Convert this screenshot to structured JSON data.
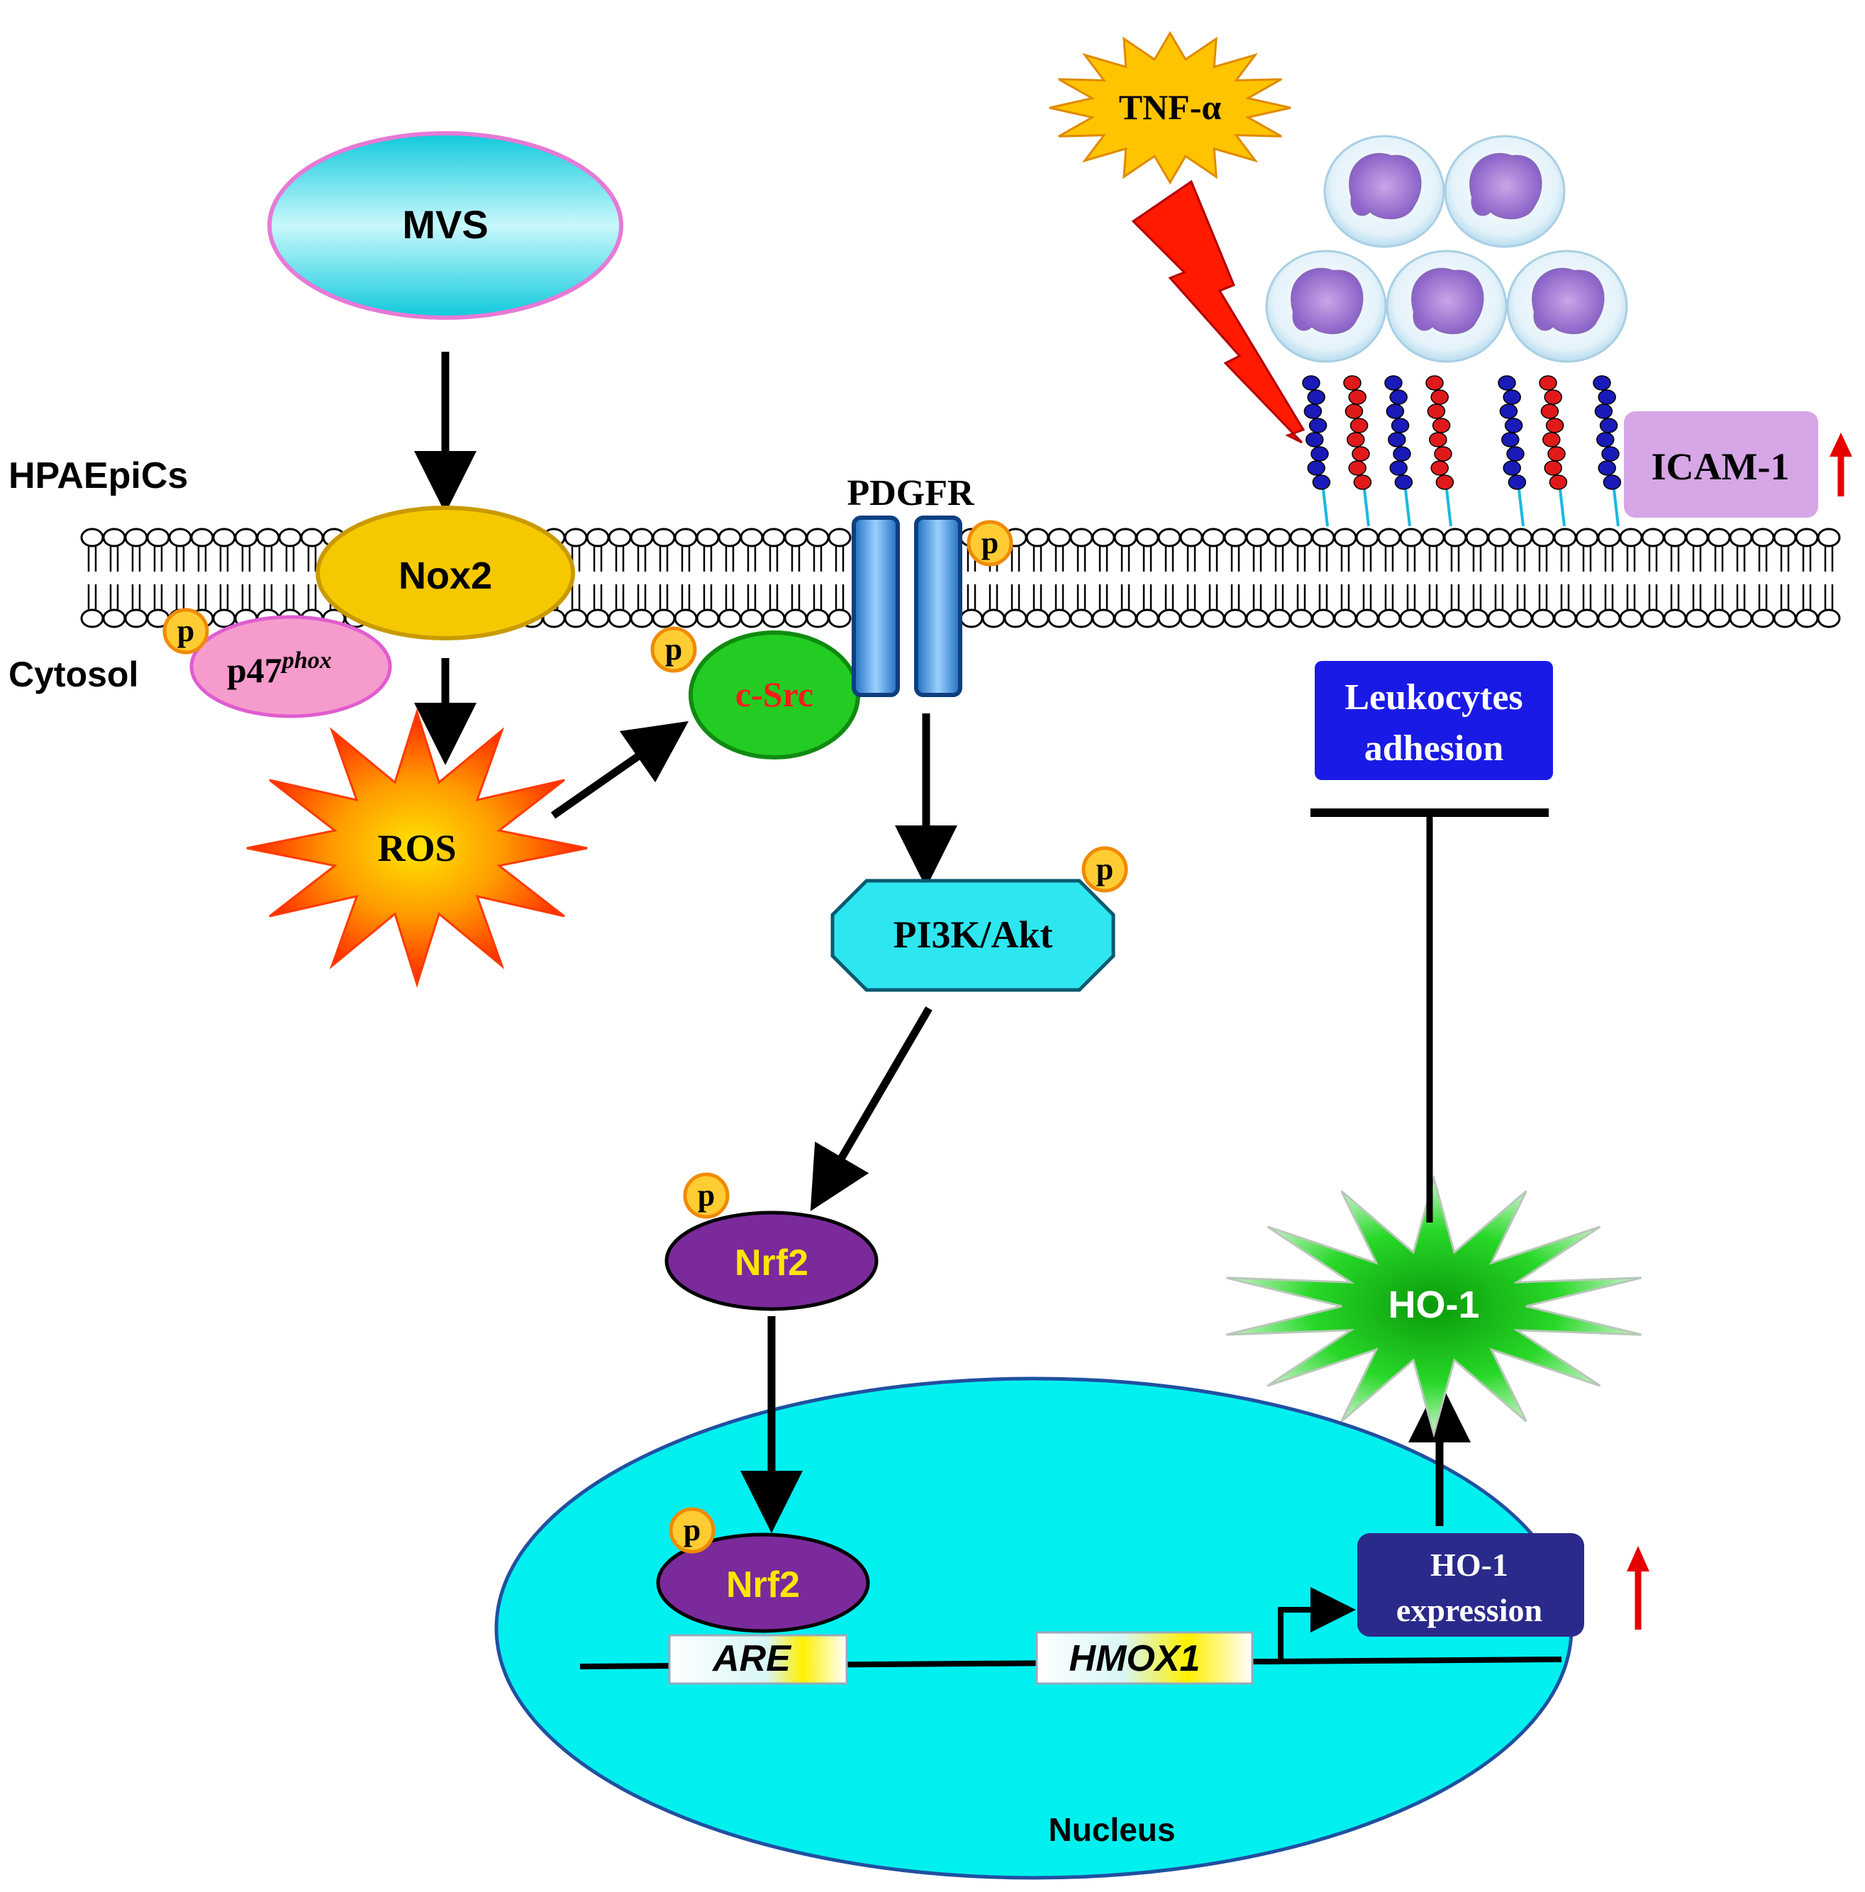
{
  "labels": {
    "mvs": "MVS",
    "cell": "HPAEpiCs",
    "cytosol": "Cytosol",
    "nox2": "Nox2",
    "p47": "p47",
    "p47_sup": "phox",
    "ros": "ROS",
    "csrc": "c-Src",
    "pdgfr": "PDGFR",
    "pi3k": "PI3K/Akt",
    "nrf2_cyto": "Nrf2",
    "nrf2_nuc": "Nrf2",
    "are": "ARE",
    "hmox1": "HMOX1",
    "ho1_expr_line1": "HO-1",
    "ho1_expr_line2": "expression",
    "ho1": "HO-1",
    "nucleus": "Nucleus",
    "tnf": "TNF-α",
    "icam": "ICAM-1",
    "leuko_line1": "Leukocytes",
    "leuko_line2": "adhesion",
    "phospho": "p"
  },
  "colors": {
    "mvs_fill": "#38d6e6",
    "mvs_border": "#e67ad6",
    "nox2_fill": "#f5c800",
    "p47_fill": "#f59ccc",
    "ros_outer": "#ff2a00",
    "ros_inner": "#ffe000",
    "csrc_fill": "#22cc22",
    "csrc_text": "#ff1a1a",
    "pdgfr_fill": "#3a8fd6",
    "pi3k_fill": "#2ee6f0",
    "nrf2_fill": "#7a2a9a",
    "nrf2_text": "#ffe600",
    "nucleus_fill": "#00f0f0",
    "nucleus_border": "#2050a0",
    "ho1_fill": "#22cc22",
    "ho1_expr_fill": "#2a2a8a",
    "leuko_fill": "#1a1ae6",
    "icam_fill": "#d6a6e6",
    "up_arrow": "#e60000",
    "phospho_fill": "#ffcc33",
    "phospho_border": "#f08a00",
    "tnf_fill": "#ffc400",
    "bolt_fill": "#ff1a00"
  }
}
